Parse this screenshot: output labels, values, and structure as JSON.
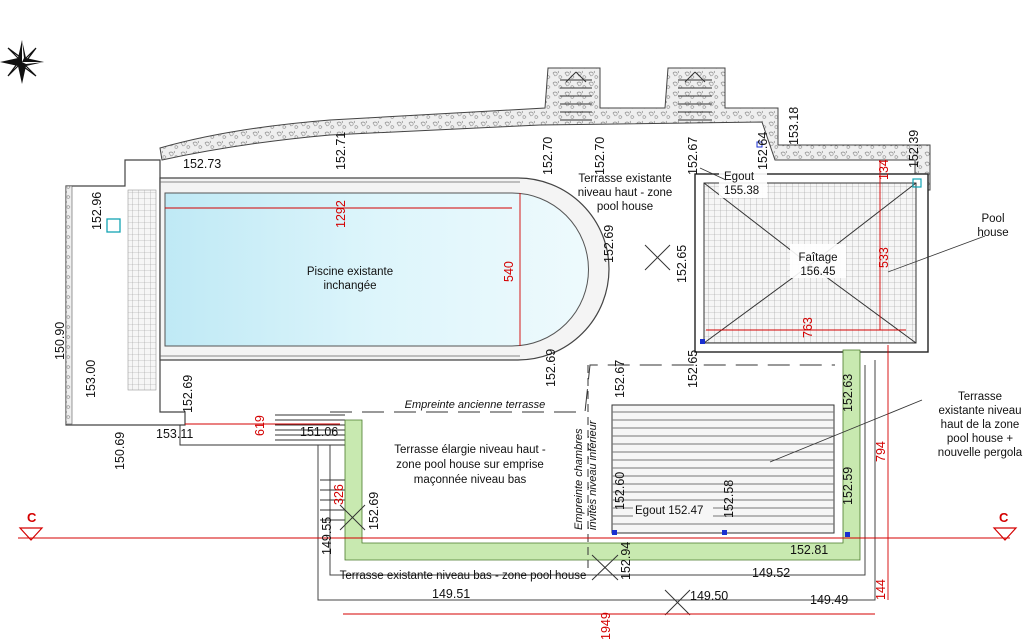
{
  "labels": {
    "pool": [
      "Piscine existante",
      "inchangée"
    ],
    "terrace_upper": [
      "Terrasse existante",
      "niveau haut - zone",
      "pool house"
    ],
    "pool_house_callout": [
      "Pool",
      "house"
    ],
    "faitage": [
      "Faîtage",
      "156.45"
    ],
    "egout_top": [
      "Egout",
      "155.38"
    ],
    "egout_bottom": "Egout 152.47",
    "old_footprint": "Empreinte ancienne terrasse",
    "guest_rooms": [
      "Empreinte chambres",
      "invités niveau inférieur"
    ],
    "widened_terrace": [
      "Terrasse élargie niveau haut -",
      "zone pool house sur emprise",
      "maçonnée niveau bas"
    ],
    "pergola_callout": [
      "Terrasse",
      "existante niveau",
      "haut de la zone",
      "pool house +",
      "nouvelle pergola"
    ],
    "lower_terrace": "Terrasse existante niveau bas - zone pool house",
    "section_marker": "C"
  },
  "elevations": {
    "e1": "152.73",
    "e2": "152.71",
    "e3": "152.70",
    "e4": "152.70",
    "e5": "152.67",
    "e6": "152.64",
    "e7": "153.18",
    "e8": "152.39",
    "e9": "152.96",
    "e10": "152.69",
    "e11": "152.65",
    "e12": "150.90",
    "e13": "153.00",
    "e14": "152.69",
    "e15": "152.69",
    "e16": "152.67",
    "e17": "152.65",
    "e18": "152.63",
    "e19": "153.11",
    "e20": "151.06",
    "e21": "150.69",
    "e22": "152.69",
    "e23": "149.55",
    "e24": "152.60",
    "e25": "152.58",
    "e26": "152.59",
    "e27": "152.94",
    "e28": "152.81",
    "e29": "149.52",
    "e30": "149.51",
    "e31": "149.50",
    "e32": "149.49"
  },
  "dimensions": {
    "d1292": "1292",
    "d540": "540",
    "d763": "763",
    "d533": "533",
    "d134": "134",
    "d619": "619",
    "d326": "326",
    "d794": "794",
    "d144": "144",
    "d1949": "1949"
  },
  "colors": {
    "pool": "#cdeef6",
    "green": "#c8e9b0",
    "red": "#d40000",
    "wall": "#eeeeee"
  }
}
